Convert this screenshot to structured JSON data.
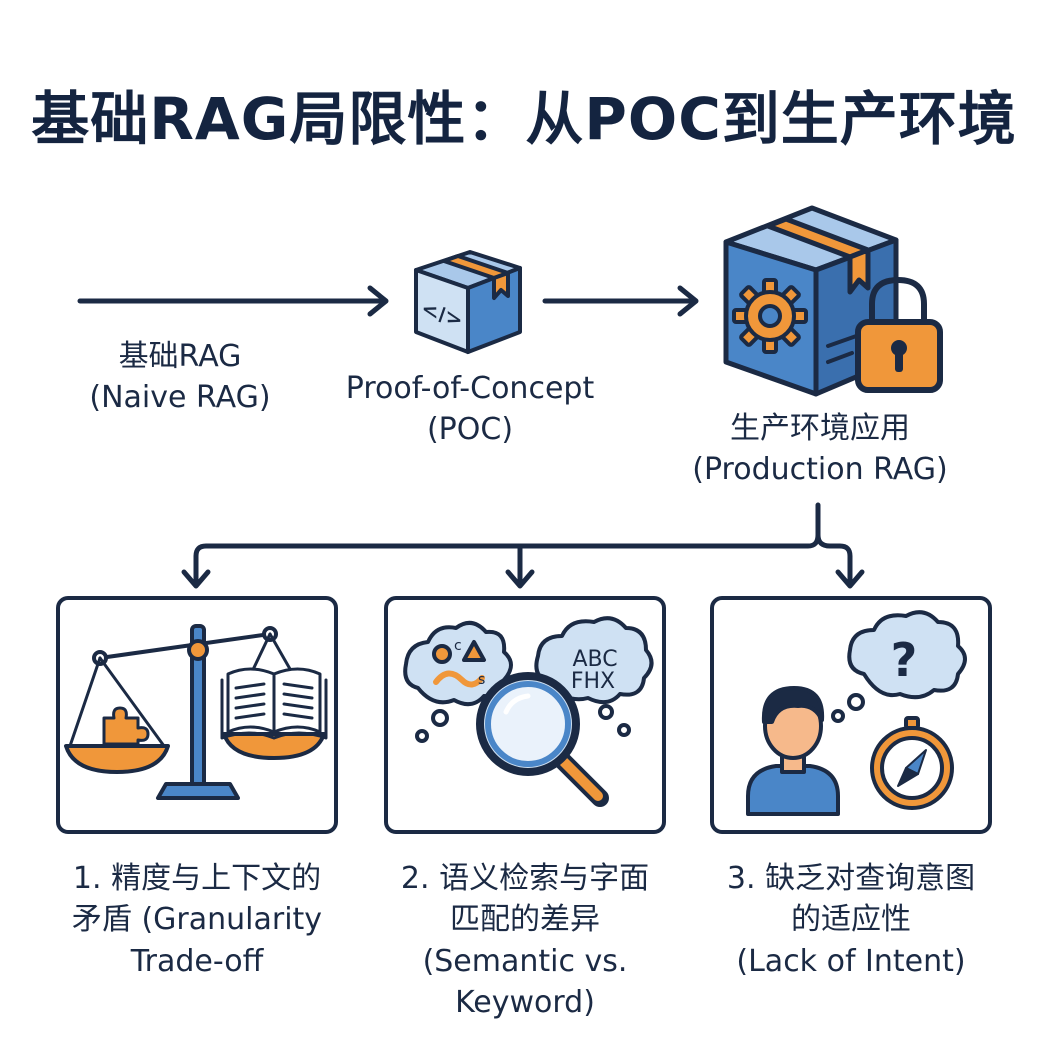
{
  "title": "基础RAG局限性：从POC到生产环境",
  "stages": {
    "naive": {
      "line1": "基础RAG",
      "line2": "(Naive RAG)"
    },
    "poc": {
      "line1": "Proof-of-Concept",
      "line2": "(POC)",
      "icon_text": "</>"
    },
    "production": {
      "line1": "生产环境应用",
      "line2": "(Production RAG)"
    }
  },
  "panels": [
    {
      "line1": "1. 精度与上下文的",
      "line2": "矛盾 (Granularity",
      "line3": "Trade-off"
    },
    {
      "line1": "2. 语义检索与字面",
      "line2": "匹配的差异",
      "line3": "(Semantic vs.",
      "line4": "Keyword)",
      "cloud_text_1": "ABC",
      "cloud_text_2": "FHX"
    },
    {
      "line1": "3. 缺乏对查询意图",
      "line2": "的适应性",
      "line3": "(Lack of Intent)",
      "cloud_text": "?"
    }
  ],
  "colors": {
    "navy": "#1b2a44",
    "blue": "#4a86c8",
    "light_blue": "#cfe1f3",
    "orange": "#f0973a",
    "skin": "#f6b98b"
  }
}
